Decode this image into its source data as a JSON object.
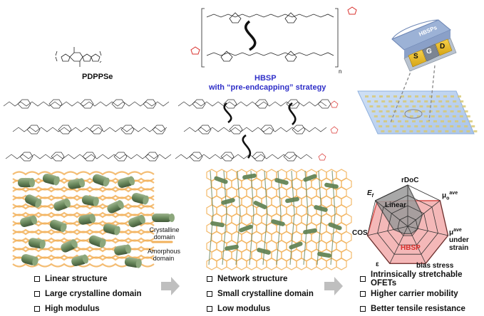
{
  "labels": {
    "pdppse_monomer": "PDPPSe",
    "pdppse_title": "PDPPSe",
    "hbsp_title": "HBSP",
    "hbsp_subtitle": "with “pre-endcapping” strategy",
    "hbsps_film": "HBSPs",
    "electrode_s": "S",
    "electrode_g": "G",
    "electrode_d": "D",
    "crystalline_domain": "Crystalline domain",
    "amorphous_domain": "Amorphous domain",
    "repeat_n": "n"
  },
  "legend": {
    "crystalline_line1": "Crystalline",
    "crystalline_line2": "domain",
    "amorphous_line1": "Amorphous",
    "amorphous_line2": "domain"
  },
  "columns": [
    {
      "items": [
        "Linear structure",
        "Large crystalline domain",
        "High modulus"
      ]
    },
    {
      "items": [
        "Network structure",
        "Small crystalline domain",
        "Low modulus"
      ]
    },
    {
      "items": [
        "Intrinsically stretchable OFETs",
        "Higher carrier mobility",
        "Better tensile resistance"
      ]
    }
  ],
  "radar": {
    "axes": {
      "rdoc": "rDoC",
      "mu_o_base": "μ",
      "mu_o_sub": "o",
      "mu_o_sup": "ave",
      "mu_strain_base": "μ",
      "mu_strain_sup": "ave",
      "under": "under",
      "strain": "strain",
      "bias": "bias stress",
      "epsilon": "ε",
      "cos": "COS",
      "ef_base": "E",
      "ef_sub": "f"
    },
    "series": [
      {
        "name": "Linear",
        "color": "#555555"
      },
      {
        "name": "HBSP",
        "color": "#d9534f"
      }
    ]
  },
  "colors": {
    "crystal_green": "#6b8a5e",
    "amorphous_orange": "#f2b25c",
    "hbsp_fill": "#f4b8b8",
    "arrow_gray": "#bfbfbf",
    "title_blue": "#2f2fc8"
  }
}
